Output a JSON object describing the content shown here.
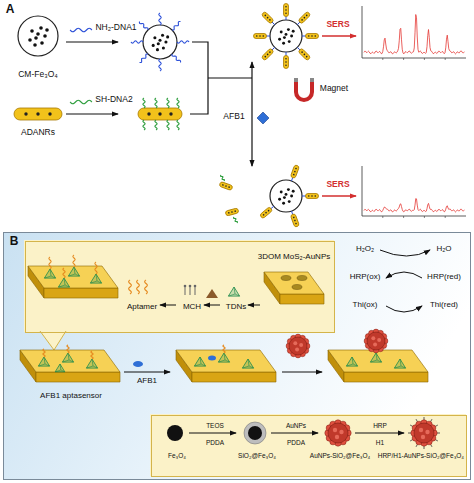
{
  "diagram": {
    "nodes": [
      {
        "text": [
          "CM-Fe₃O₄"
        ]
      },
      {
        "text": [
          "ADANRs"
        ]
      },
      {
        "text": [
          "B"
        ]
      },
      {
        "text": [
          "3DOM MoS₂-AuNPs",
          "Aptamer",
          "MCH",
          "TDNs"
        ],
        "in": 2
      },
      {
        "text": [
          "AFB1 aptasensor"
        ],
        "in": 2
      },
      {
        "text": [
          "Fe₃O₄",
          "TEOS",
          "PDDA",
          "SiO₂@Fe₃O₄",
          "AuNPs",
          "PDDA",
          "AuNPs-SiO₂@Fe₃O₄",
          "HRP",
          "H1",
          "HRP/H1-AuNPs-SiO₂@Fe₃O₄"
        ],
        "in": 2
      }
    ],
    "labels": [
      "A",
      "NH₂-DNA1",
      "SH-DNA2",
      "SERS",
      "SERS",
      "Magnet",
      "AFB1",
      "AFB1",
      "H₂O₂",
      "H₂O",
      "HRP(ox)",
      "HRP(red)",
      "Thi(ox)",
      "Thi(red)"
    ]
  }
}
